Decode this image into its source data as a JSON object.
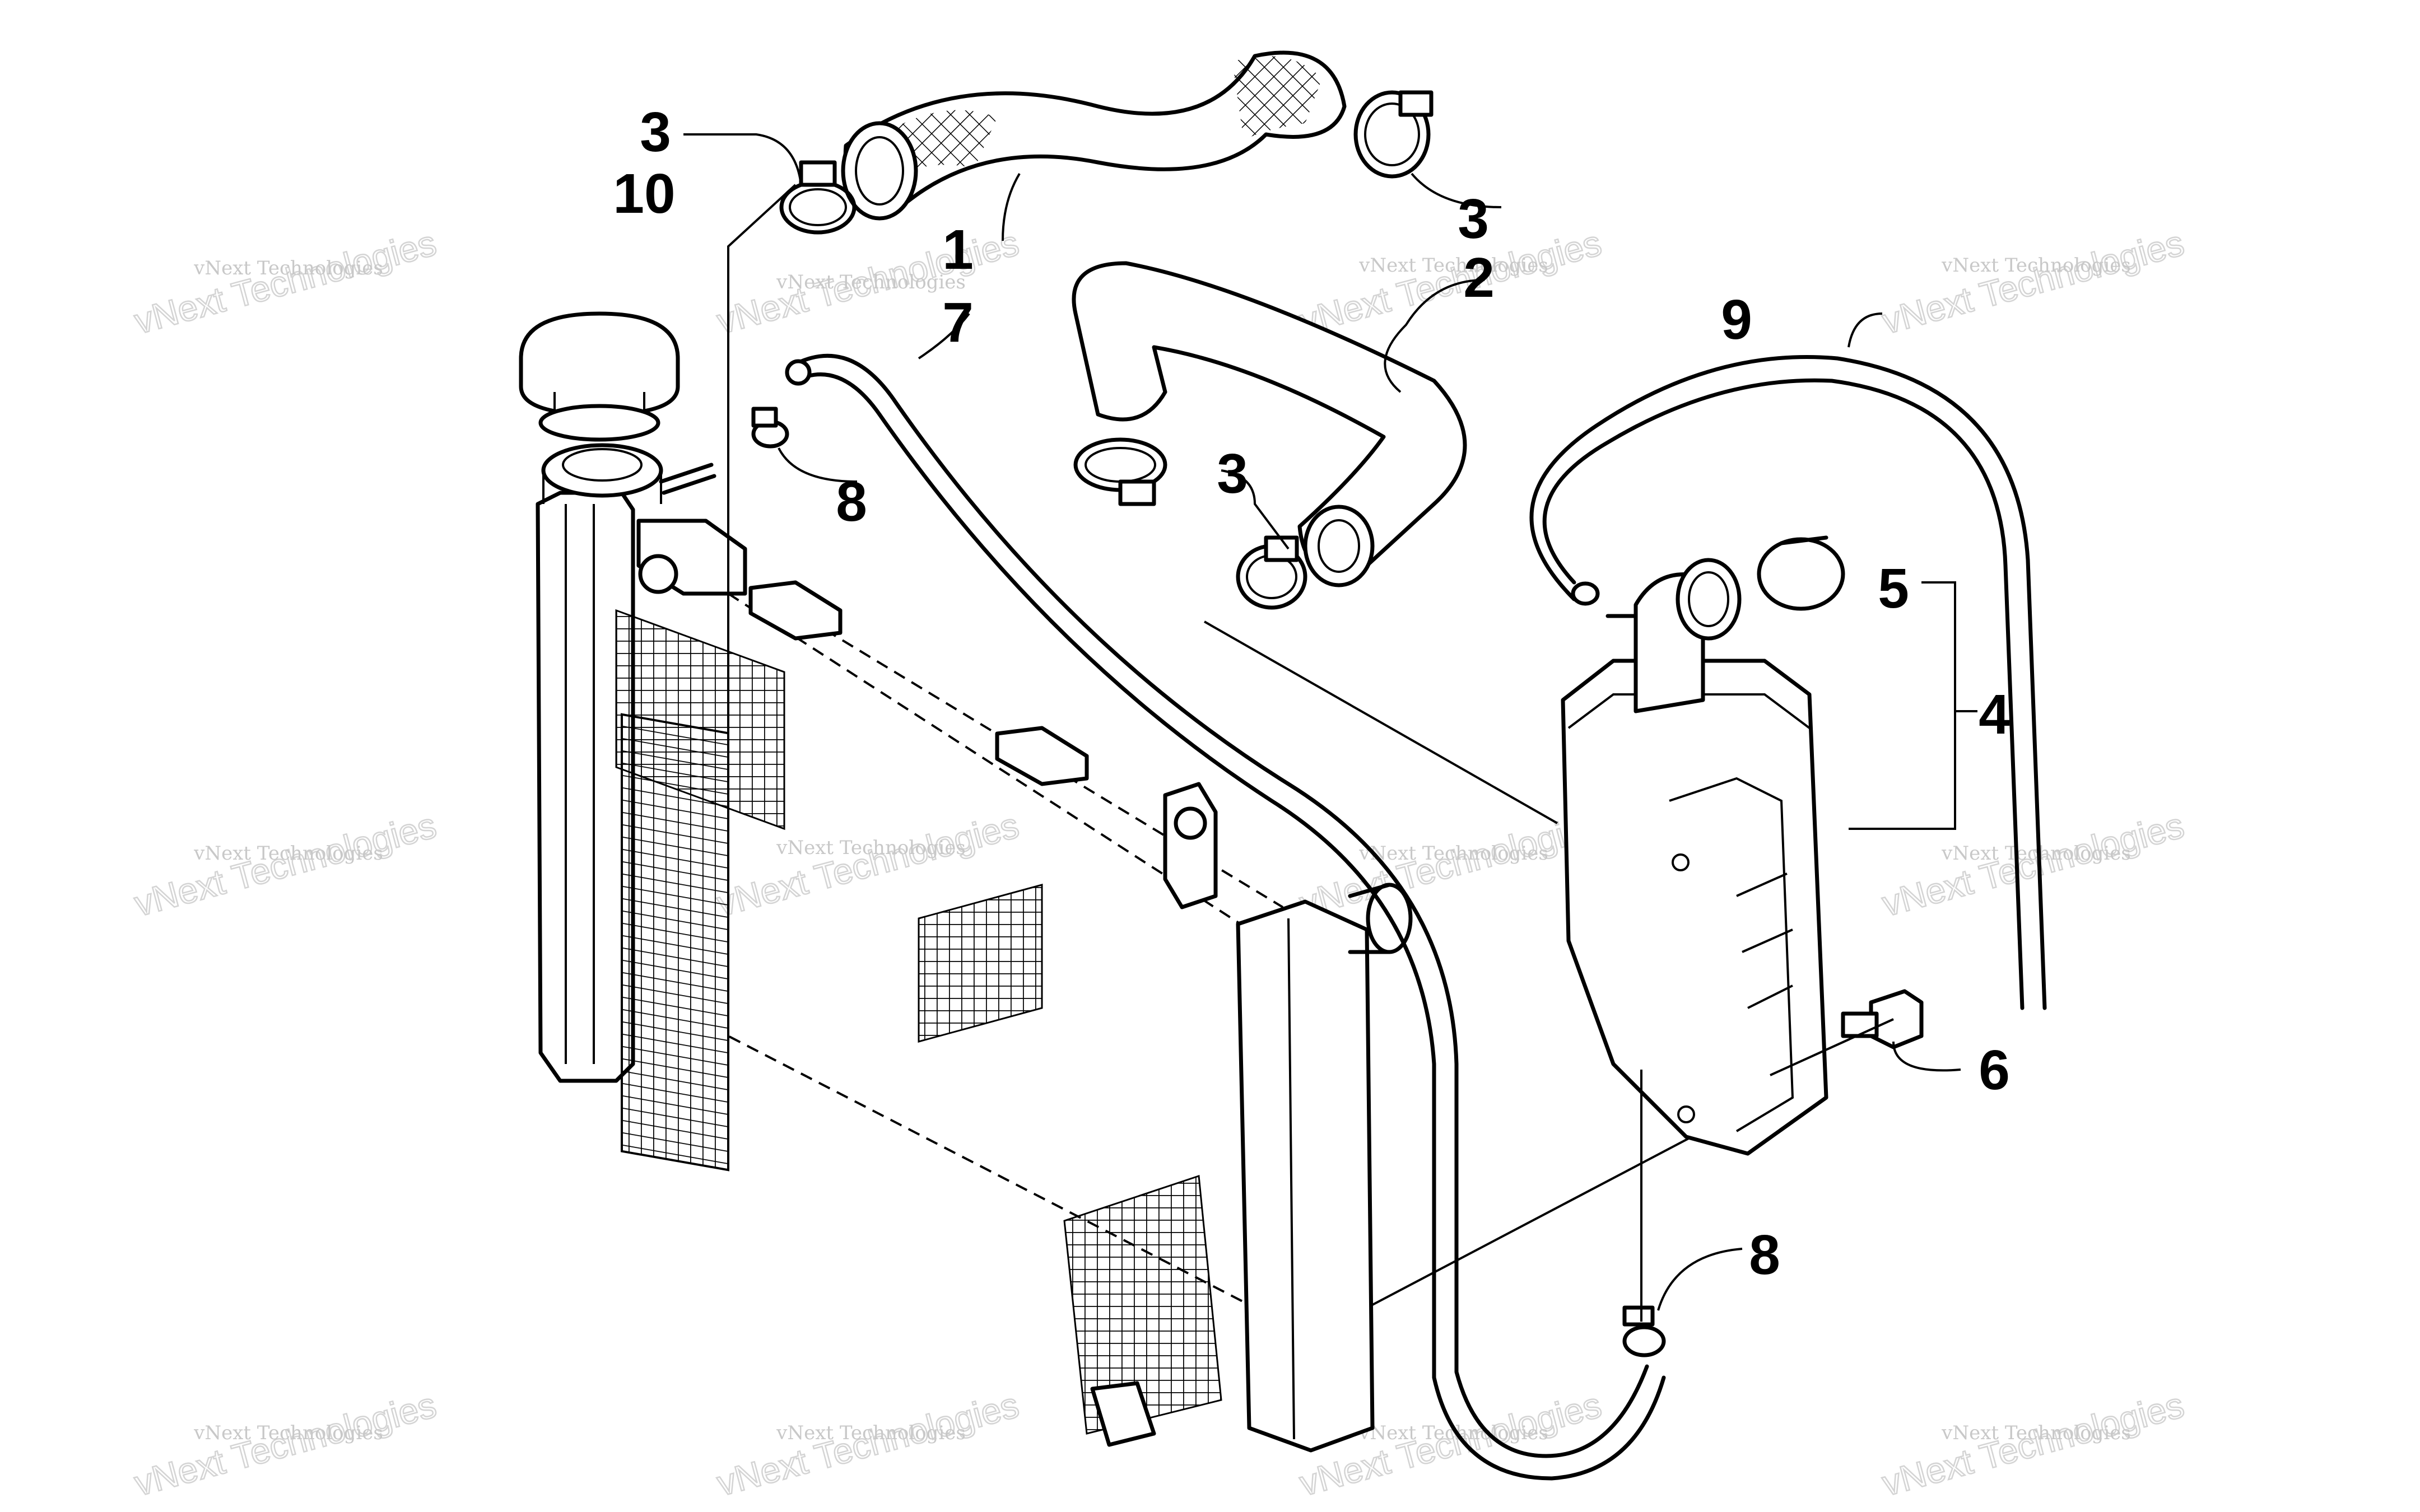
{
  "diagram": {
    "callouts": [
      {
        "id": "c1",
        "label": "1"
      },
      {
        "id": "c2",
        "label": "2"
      },
      {
        "id": "c3a",
        "label": "3"
      },
      {
        "id": "c3b",
        "label": "3"
      },
      {
        "id": "c3c",
        "label": "3"
      },
      {
        "id": "c4",
        "label": "4"
      },
      {
        "id": "c5",
        "label": "5"
      },
      {
        "id": "c6",
        "label": "6"
      },
      {
        "id": "c7",
        "label": "7"
      },
      {
        "id": "c8a",
        "label": "8"
      },
      {
        "id": "c8b",
        "label": "8"
      },
      {
        "id": "c9",
        "label": "9"
      },
      {
        "id": "c10",
        "label": "10"
      }
    ]
  },
  "watermark": {
    "small_text": "vNext Technologies",
    "big_text": "vNext Technologies"
  }
}
